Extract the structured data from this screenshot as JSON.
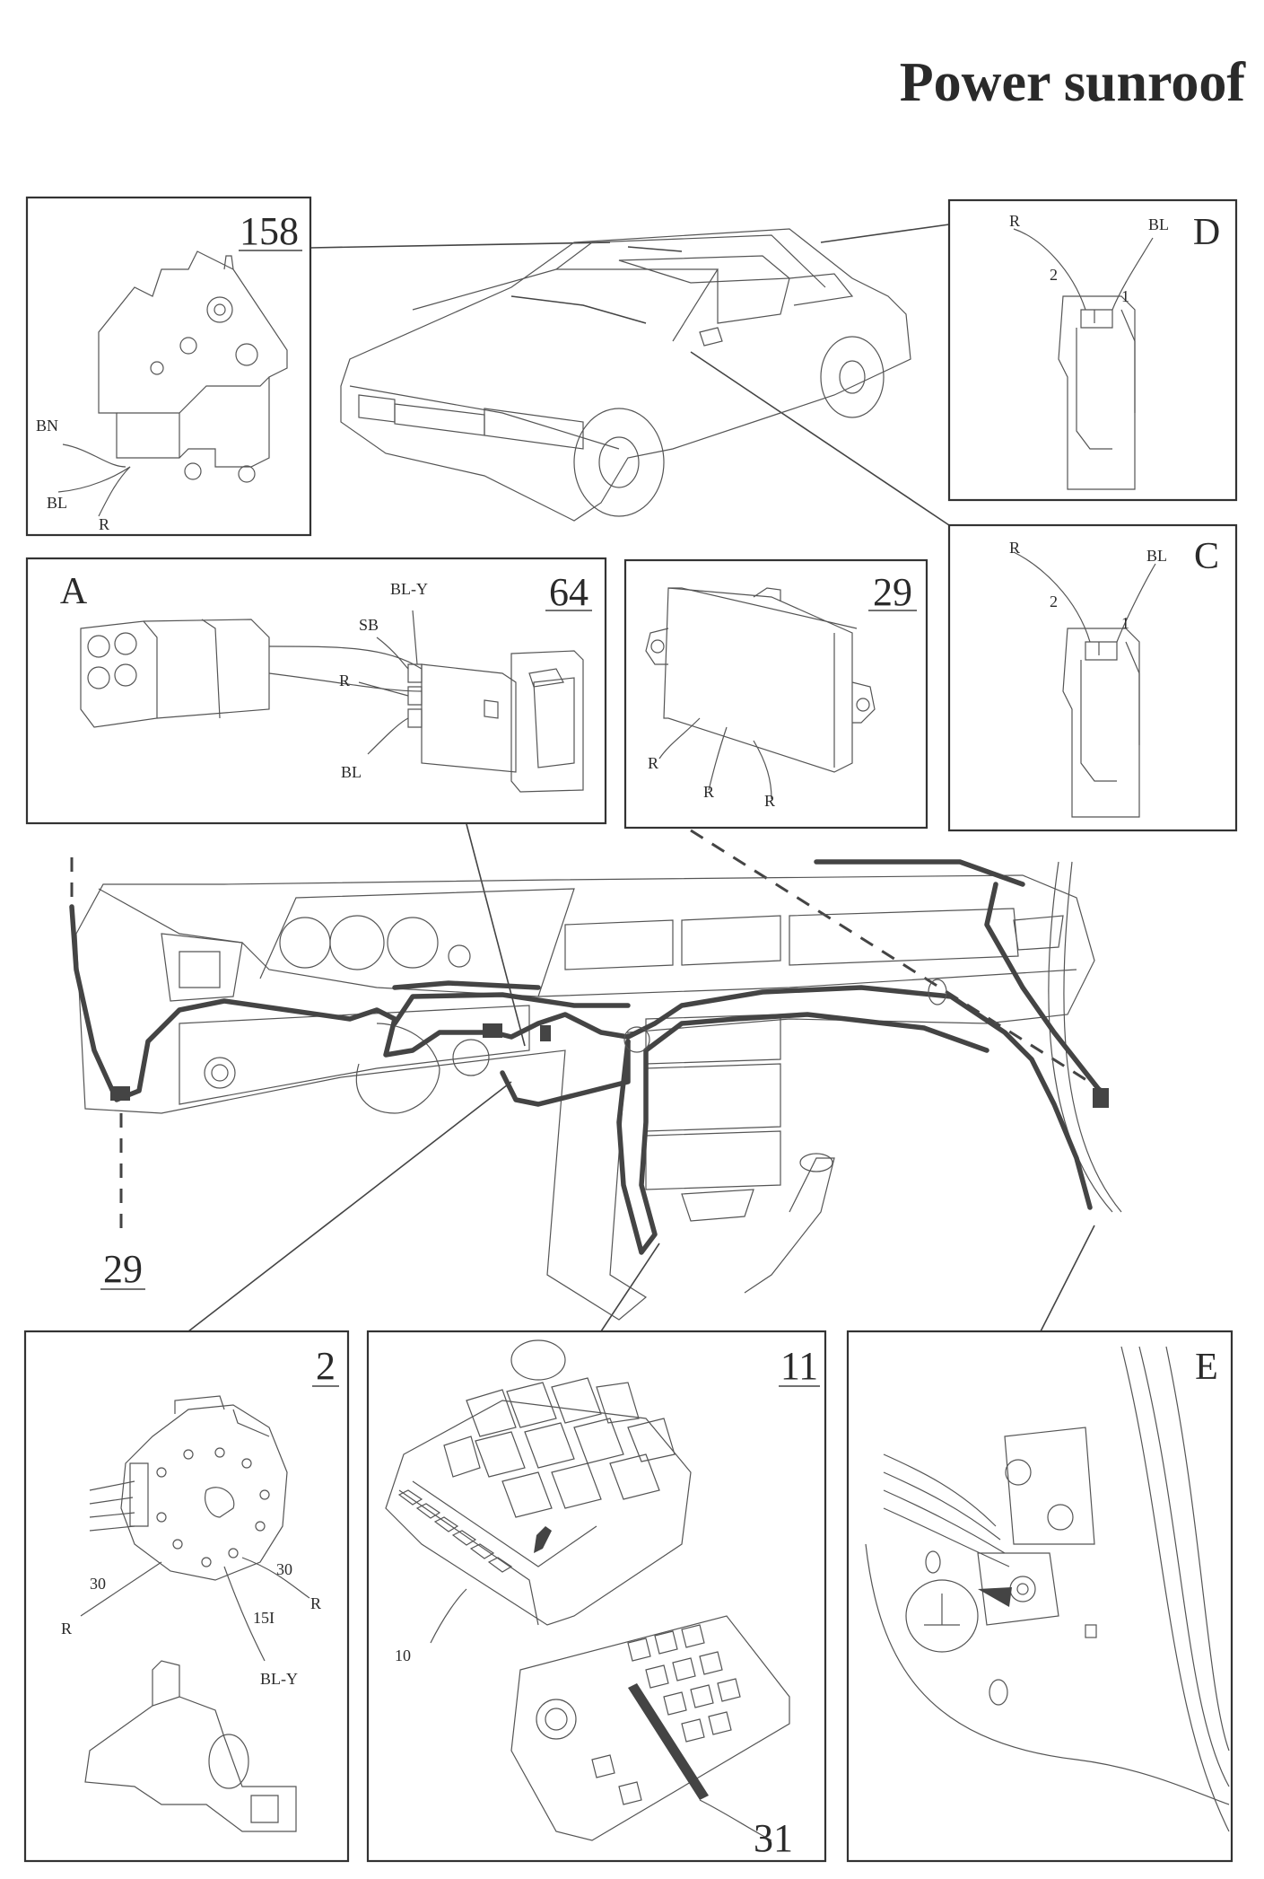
{
  "page": {
    "title": "Power sunroof"
  },
  "panels": {
    "p158": {
      "number": "158",
      "labels": [
        "BN",
        "BL",
        "R"
      ]
    },
    "pD": {
      "letter": "D",
      "labels": [
        "R",
        "BL",
        "2",
        "1"
      ]
    },
    "pC": {
      "letter": "C",
      "labels": [
        "R",
        "BL",
        "2",
        "1"
      ]
    },
    "pA": {
      "letter": "A",
      "number": "64",
      "labels": [
        "BL-Y",
        "SB",
        "R",
        "BL"
      ]
    },
    "p29": {
      "number": "29",
      "labels": [
        "R",
        "R",
        "R"
      ]
    },
    "p2": {
      "number": "2",
      "labels": [
        "30",
        "30",
        "R",
        "R",
        "15I",
        "BL-Y"
      ]
    },
    "p11": {
      "number": "11",
      "labels": [
        "10",
        "31"
      ]
    },
    "pE": {
      "letter": "E"
    }
  },
  "dash_callout": "29"
}
